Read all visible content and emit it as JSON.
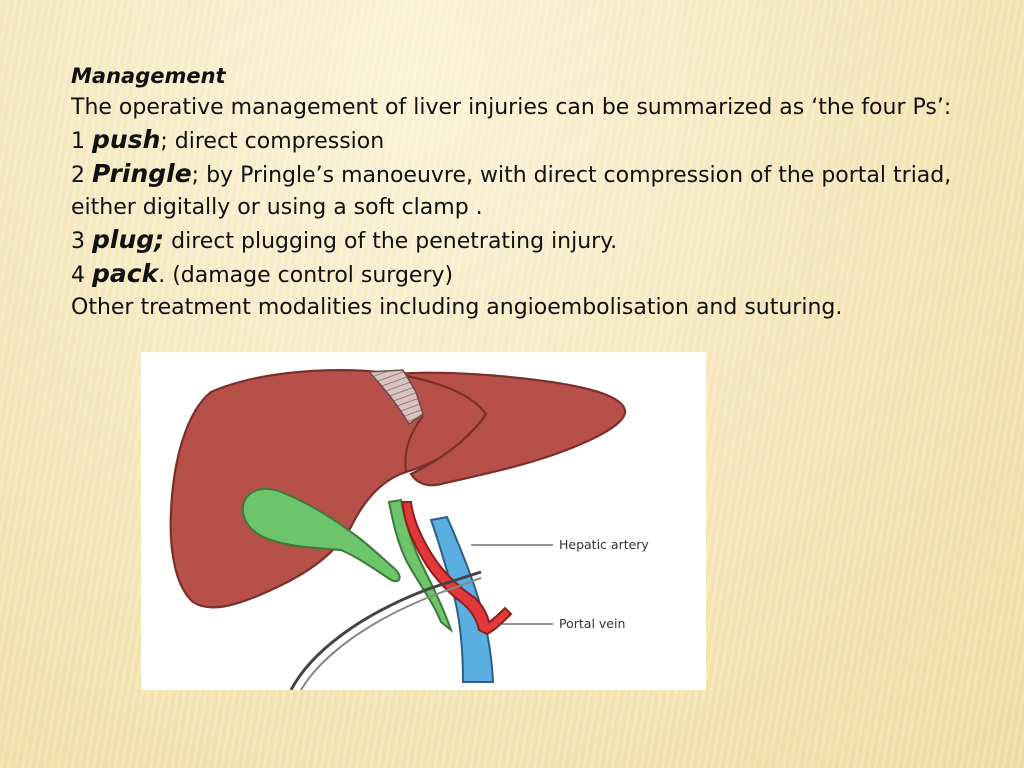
{
  "slide": {
    "heading": "Management",
    "intro": "The operative management of liver injuries can be summarized as ‘the four Ps’:",
    "items": [
      {
        "num": "1",
        "keyword": "push",
        "sep": ";",
        "text": " direct compression"
      },
      {
        "num": "2",
        "keyword": "Pringle",
        "sep": ";",
        "text": "  by Pringle’s manoeuvre, with direct compression of the portal triad, either digitally or using a soft clamp ."
      },
      {
        "num": "3",
        "keyword": "plug;",
        "sep": "",
        "text": " direct  plugging of the penetrating injury."
      },
      {
        "num": "4",
        "keyword": "pack",
        "sep": ".",
        "text": " (damage control surgery)"
      }
    ],
    "closing": "Other treatment modalities including angioembolisation and suturing."
  },
  "figure": {
    "labels": {
      "hepatic_artery": "Hepatic artery",
      "portal_vein": "Portal vein"
    },
    "colors": {
      "liver": "#b8504a",
      "gallbladder": "#6dc46b",
      "artery": "#e23a3a",
      "vein": "#5aaee0"
    }
  }
}
